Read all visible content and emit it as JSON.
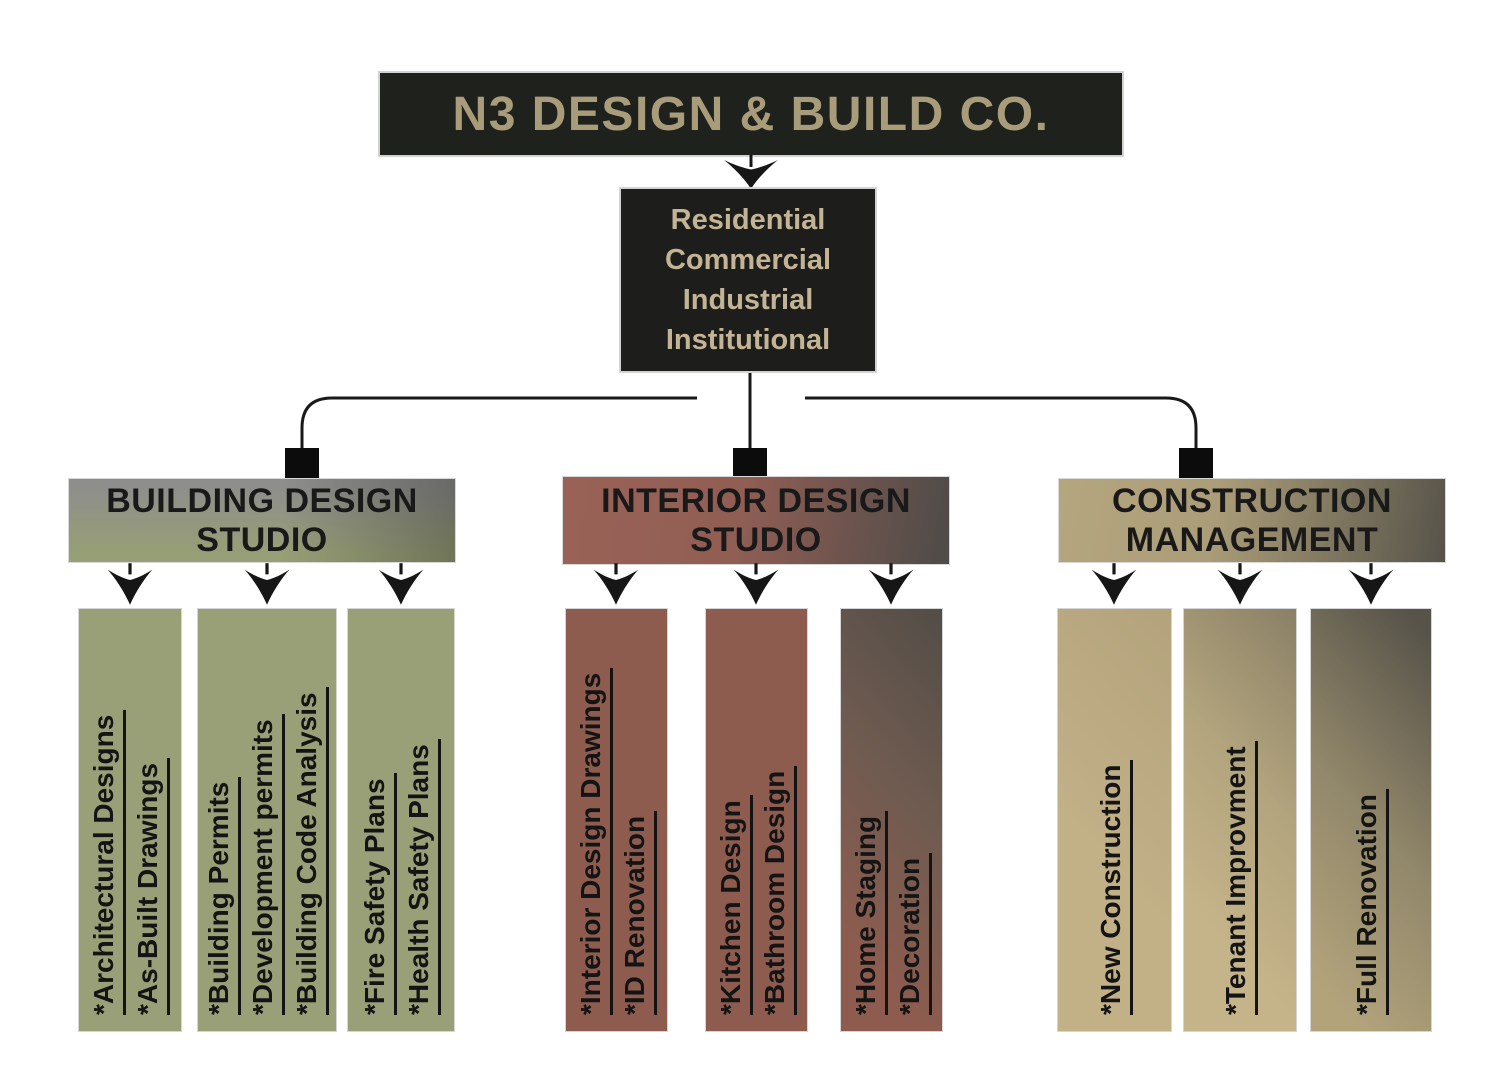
{
  "title": {
    "label": "N3 DESIGN & BUILD CO."
  },
  "sectors": {
    "lines": [
      "Residential",
      "Commercial",
      "Industrial",
      "Institutional"
    ]
  },
  "departments": [
    {
      "name": "BUILDING DESIGN STUDIO",
      "title_lines": [
        "BUILDING DESIGN",
        "STUDIO"
      ],
      "columns": [
        {
          "items": [
            "*Architectural Designs",
            "*As-Built Drawings"
          ]
        },
        {
          "items": [
            "*Building Permits",
            "*Development permits",
            "*Building Code Analysis"
          ]
        },
        {
          "items": [
            "*Fire Safety Plans",
            "*Health Safety Plans"
          ]
        }
      ]
    },
    {
      "name": "INTERIOR DESIGN STUDIO",
      "title_lines": [
        "INTERIOR DESIGN",
        "STUDIO"
      ],
      "columns": [
        {
          "items": [
            "*Interior Design Drawings",
            "*ID Renovation"
          ]
        },
        {
          "items": [
            "*Kitchen Design",
            "*Bathroom Design"
          ]
        },
        {
          "items": [
            "*Home Staging",
            "*Decoration"
          ]
        }
      ]
    },
    {
      "name": "CONSTRUCTION MANAGEMENT",
      "title_lines": [
        "CONSTRUCTION",
        "MANAGEMENT"
      ],
      "columns": [
        {
          "items": [
            "*New Construction"
          ]
        },
        {
          "items": [
            "*Tenant Improvment"
          ]
        },
        {
          "items": [
            "*Full Renovation"
          ]
        }
      ]
    }
  ],
  "colors": {
    "page_bg": "#ffffff",
    "dark_box_bg": "#1f211c",
    "title_text": "#a89c7a",
    "sectors_text": "#c3b495",
    "header_text": "#191919",
    "connector": "#1a1a1a",
    "olive": "#99a078",
    "brown": "#8d5c4f",
    "tan": "#bfae85",
    "dark_gray": "#54504a"
  }
}
